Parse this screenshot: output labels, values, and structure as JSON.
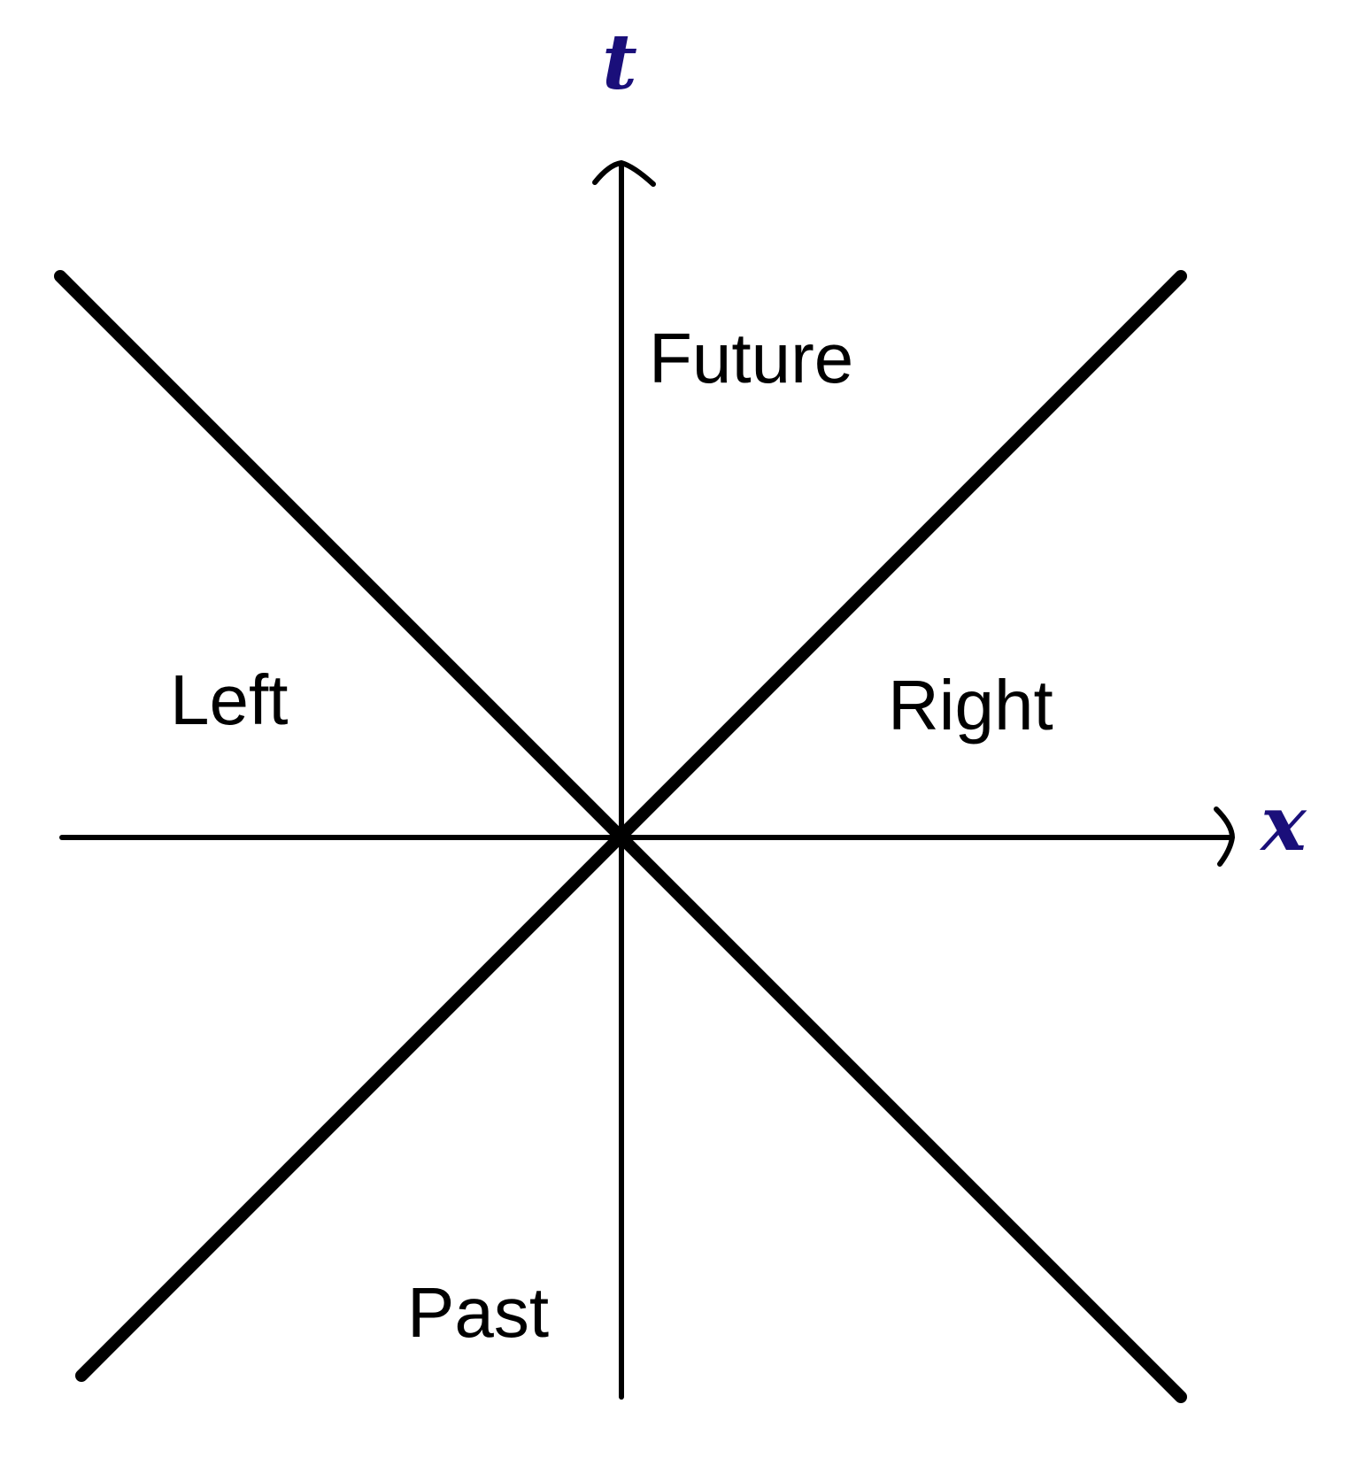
{
  "axes": {
    "time_label": "t",
    "space_label": "x",
    "label_color": "#1a0f7a"
  },
  "regions": {
    "future": "Future",
    "past": "Past",
    "left": "Left",
    "right": "Right"
  },
  "colors": {
    "lines": "#000000",
    "background": "#ffffff"
  }
}
